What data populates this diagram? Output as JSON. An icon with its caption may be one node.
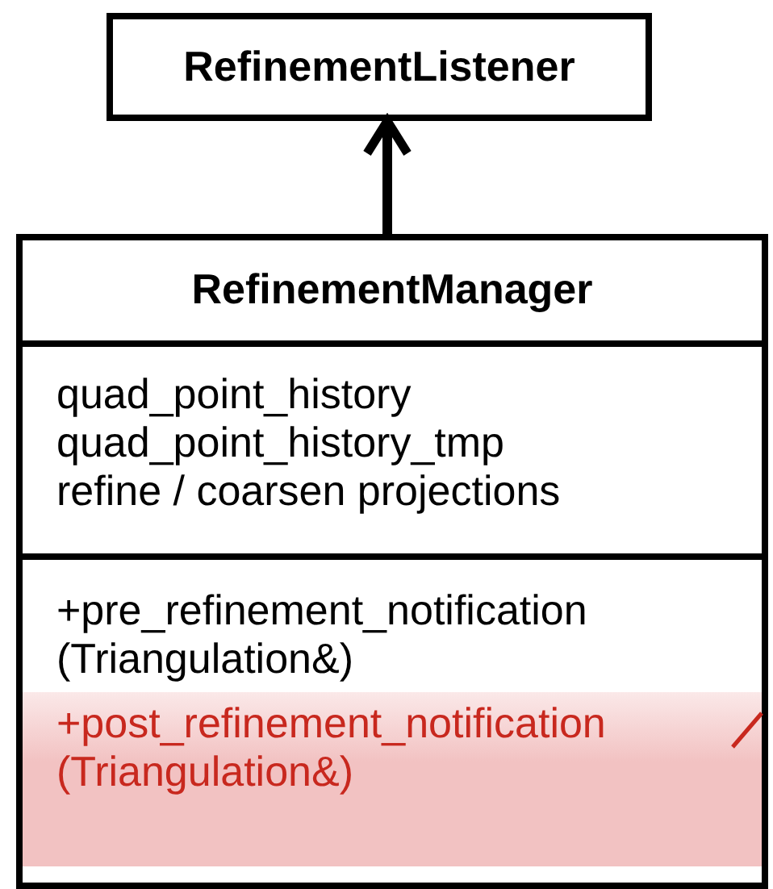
{
  "diagram": {
    "nodes": [
      {
        "text": [
          "RefinementListener"
        ]
      },
      {
        "text": [
          "RefinementManager",
          "quad_point_history",
          "quad_point_history_tmp",
          "refine / coarsen projections",
          "+pre_refinement_notification (Triangulation&)",
          "+post_refinement_notification (Triangulation&)"
        ]
      }
    ],
    "edges": [
      {
        "from": 1,
        "to": 0,
        "arrow": "to",
        "style": "thick"
      },
      {
        "from": 1,
        "to": null,
        "arrow": "none",
        "color": "#c8281e"
      }
    ]
  }
}
